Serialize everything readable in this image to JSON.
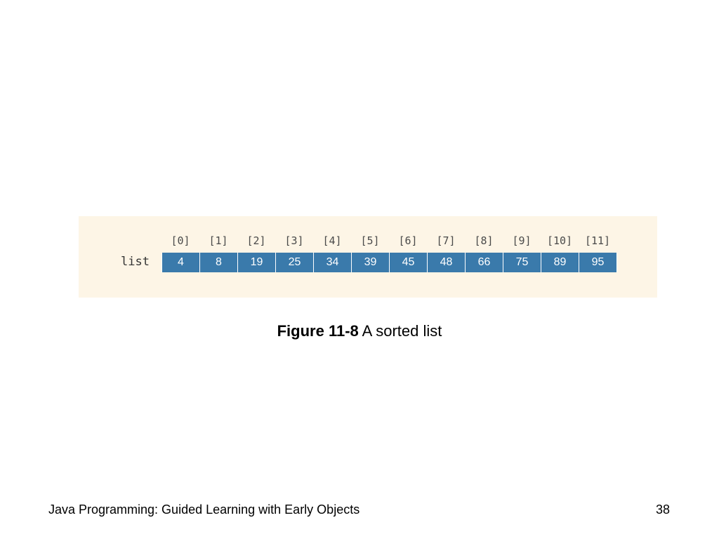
{
  "figure": {
    "list_name": "list",
    "indices": [
      "[0]",
      "[1]",
      "[2]",
      "[3]",
      "[4]",
      "[5]",
      "[6]",
      "[7]",
      "[8]",
      "[9]",
      "[10]",
      "[11]"
    ],
    "values": [
      "4",
      "8",
      "19",
      "25",
      "34",
      "39",
      "45",
      "48",
      "66",
      "75",
      "89",
      "95"
    ],
    "colors": {
      "background": "#fdf5e6",
      "cell": "#3a7aab",
      "cell_text": "#ffffff"
    }
  },
  "caption": {
    "number": "Figure 11-8",
    "text": "A sorted list"
  },
  "footer": {
    "title": "Java Programming: Guided Learning with Early Objects",
    "page_number": "38"
  }
}
